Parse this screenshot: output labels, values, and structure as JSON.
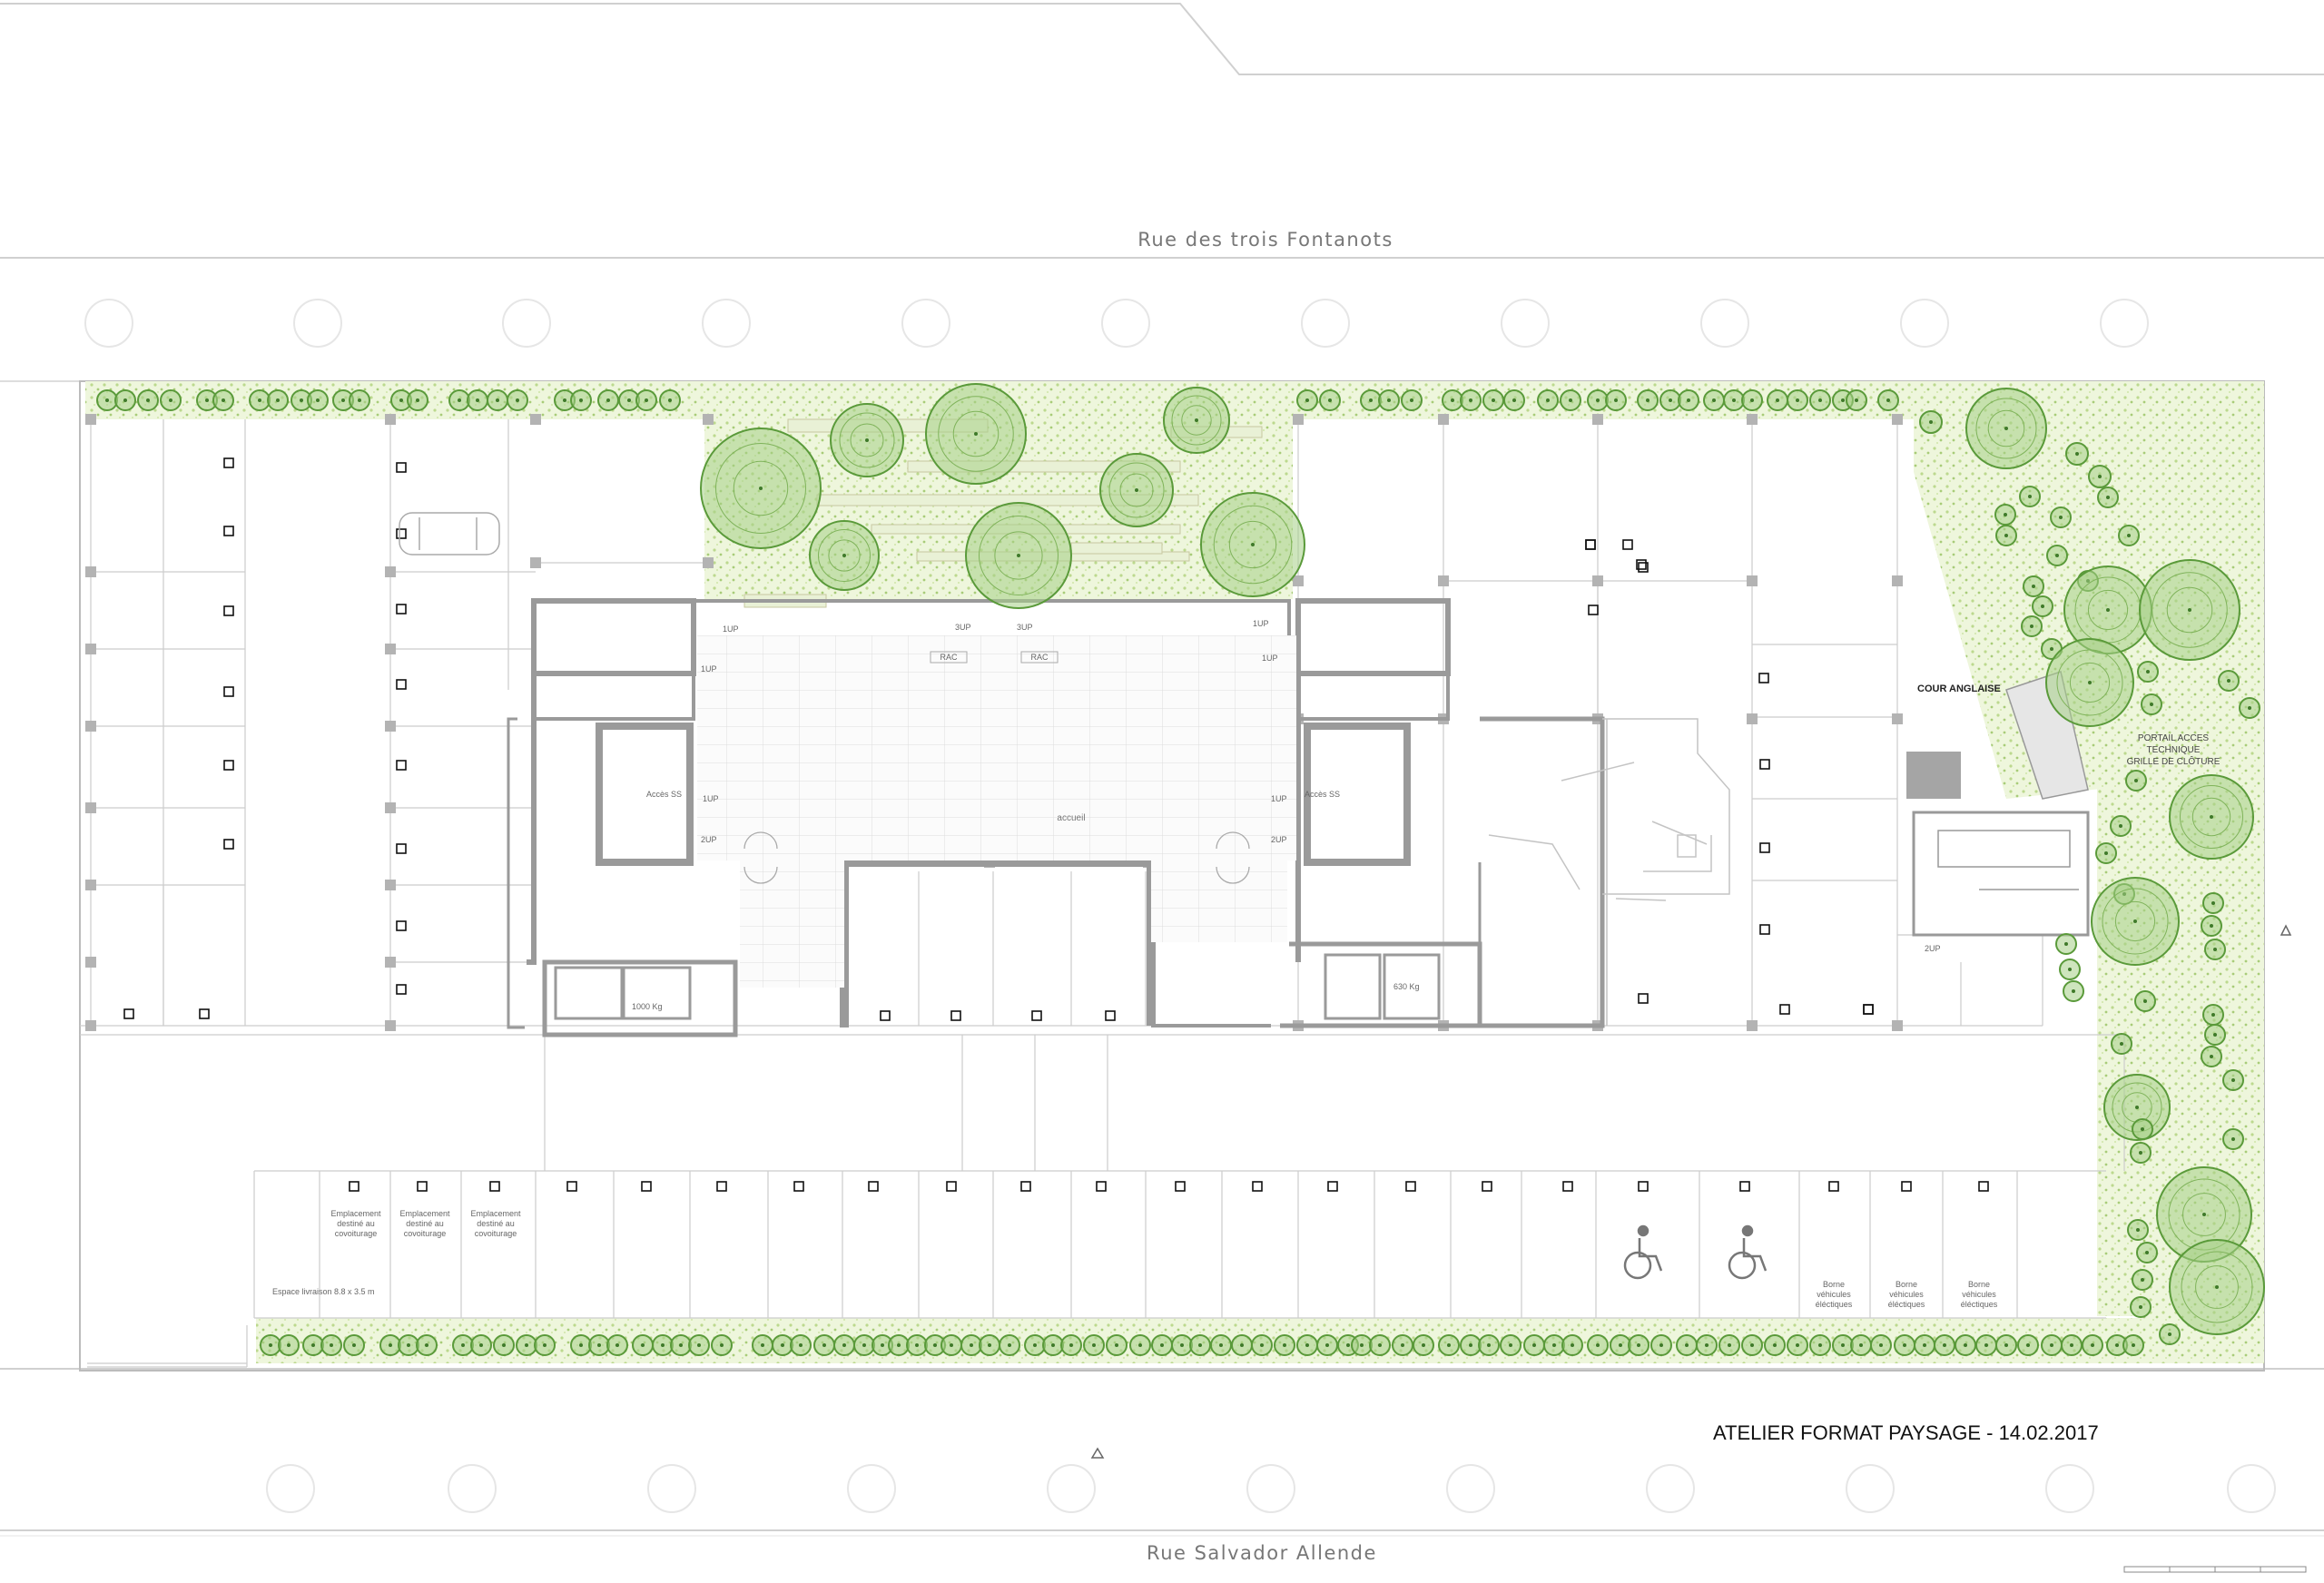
{
  "streets": {
    "north": "Rue des trois Fontanots",
    "south": "Rue Salvador Allende"
  },
  "credit": "ATELIER FORMAT PAYSAGE - 14.02.2017",
  "labels": {
    "cour_anglaise": "COUR ANGLAISE",
    "portail": [
      "PORTAIL ACCES",
      "TECHNIQUE",
      "GRILLE DE CLÔTURE"
    ],
    "accueil": "accueil",
    "acces_ss_left": "Accès SS",
    "acces_ss_right": "Accès SS",
    "rac_left": "RAC",
    "rac_right": "RAC",
    "livraison": "Espace livraison 8.8 x 3.5 m",
    "lift_left": "1000 Kg",
    "lift_right": "630 Kg",
    "up_1up": "1UP",
    "up_2up": "2UP",
    "up_3up": "3UP"
  },
  "covoiturage_spots": [
    [
      "Emplacement",
      "destiné au",
      "covoiturage"
    ],
    [
      "Emplacement",
      "destiné au",
      "covoiturage"
    ],
    [
      "Emplacement",
      "destiné au",
      "covoiturage"
    ]
  ],
  "borne_spots": [
    [
      "Borne",
      "véhicules",
      "éléctiques"
    ],
    [
      "Borne",
      "véhicules",
      "éléctiques"
    ],
    [
      "Borne",
      "véhicules",
      "éléctiques"
    ]
  ],
  "colors": {
    "wall": "#9a9a9a",
    "line": "#c8c8c8",
    "tree_stroke": "#5a9a3a",
    "tree_fill": "#a6cf86",
    "planting": "#cde3a6"
  },
  "icons": [
    "parking-marker-icon",
    "tree-icon",
    "wheelchair-icon",
    "car-icon",
    "north-arrow-icon"
  ]
}
